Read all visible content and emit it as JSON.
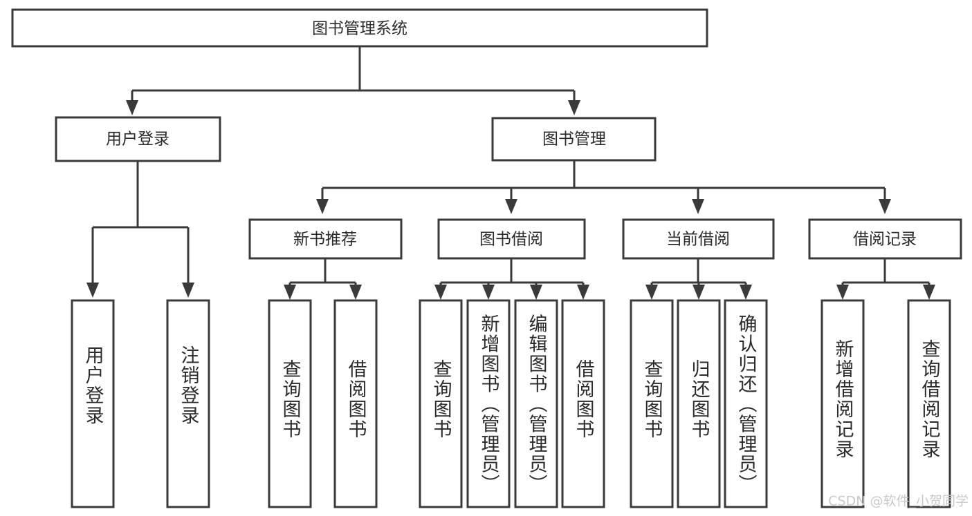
{
  "diagram": {
    "type": "tree-hierarchy",
    "title": "图书管理系统",
    "watermark": "CSDN @软件_小贺同学",
    "colors": {
      "box_stroke": "#3a3a3a",
      "box_fill": "#ffffff",
      "text": "#2b2b2b",
      "edge": "#3a3a3a",
      "watermark": "#c9c9c9",
      "background": "#ffffff"
    },
    "levels": {
      "root": {
        "label": "图书管理系统"
      },
      "level2": [
        {
          "label": "用户登录"
        },
        {
          "label": "图书管理"
        }
      ],
      "level3": [
        {
          "label": "新书推荐"
        },
        {
          "label": "图书借阅"
        },
        {
          "label": "当前借阅"
        },
        {
          "label": "借阅记录"
        }
      ],
      "leaves": {
        "user_login": [
          {
            "label": "用户登录"
          },
          {
            "label": "注销登录"
          }
        ],
        "new_book_recommend": [
          {
            "label": "查询图书"
          },
          {
            "label": "借阅图书"
          }
        ],
        "book_borrow": [
          {
            "label": "查询图书"
          },
          {
            "label": "新增图书（管理员）"
          },
          {
            "label": "编辑图书（管理员）"
          },
          {
            "label": "借阅图书"
          }
        ],
        "current_borrow": [
          {
            "label": "查询图书"
          },
          {
            "label": "归还图书"
          },
          {
            "label": "确认归还（管理员）"
          }
        ],
        "borrow_record": [
          {
            "label": "新增借阅记录"
          },
          {
            "label": "查询借阅记录"
          }
        ]
      }
    }
  }
}
